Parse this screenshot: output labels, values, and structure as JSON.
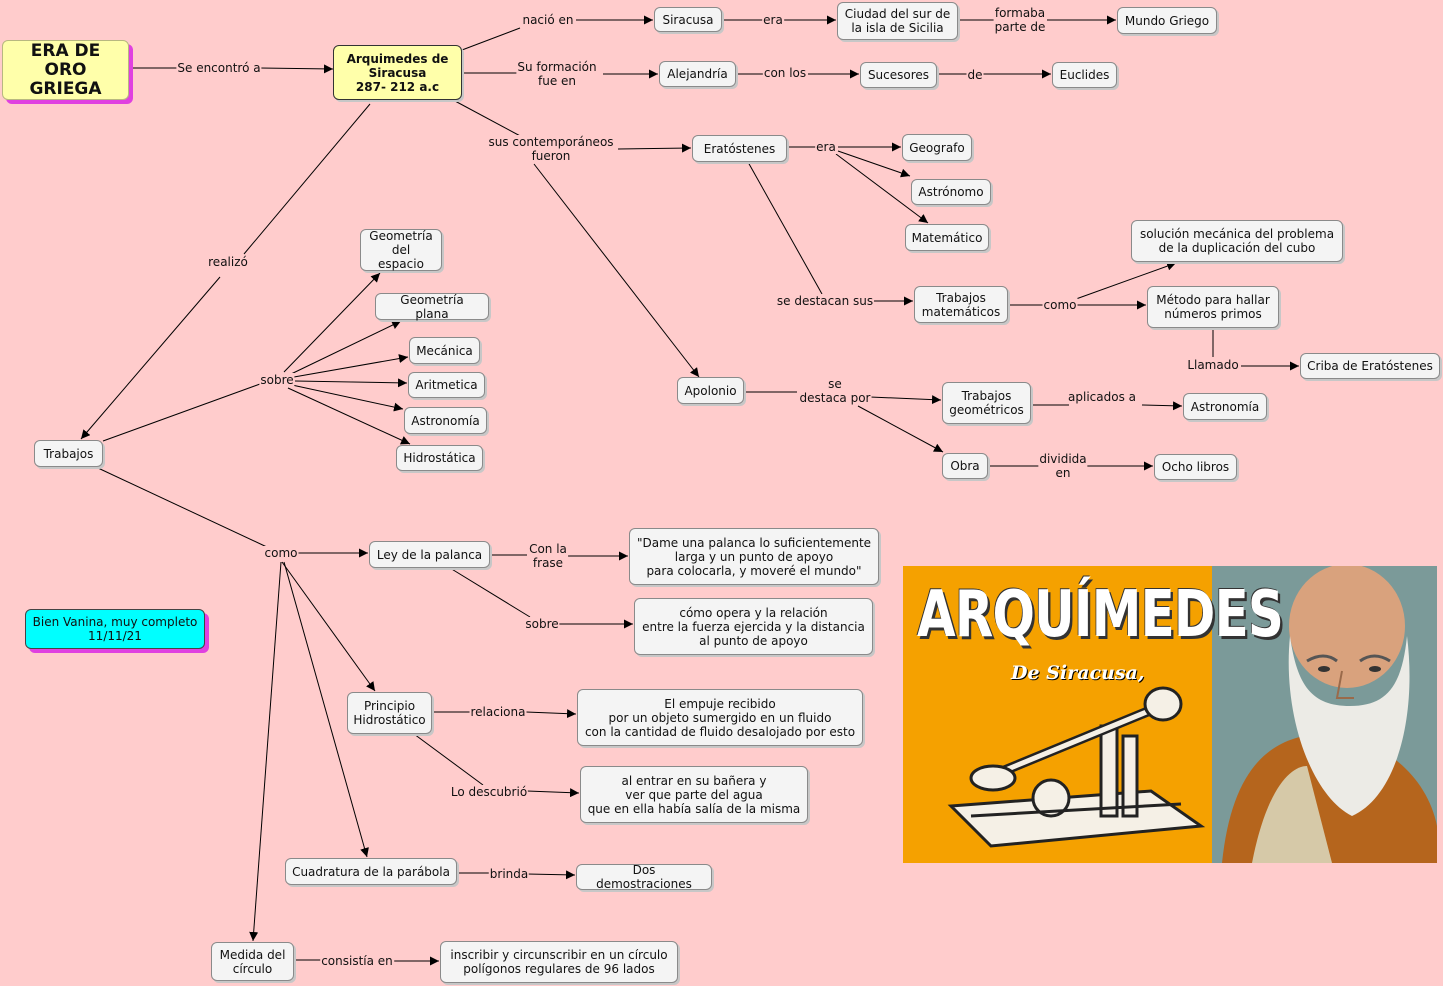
{
  "nodes": {
    "root": "ERA DE ORO\nGRIEGA",
    "arquimedes": "Arquimedes de\nSiracusa\n287- 212 a.c",
    "siracusa": "Siracusa",
    "ciudad": "Ciudad del sur de\nla isla de Sicilia",
    "mundo_griego": "Mundo Griego",
    "alejandria": "Alejandría",
    "sucesores": "Sucesores",
    "euclides": "Euclides",
    "eratostenes": "Eratóstenes",
    "geografo": "Geografo",
    "astronomo": "Astrónomo",
    "matematico": "Matemático",
    "solucion": "solución mecánica del problema\nde la duplicación del cubo",
    "trabajos_mat": "Trabajos\nmatemáticos",
    "metodo": "Método para hallar\nnúmeros primos",
    "criba": "Criba de Eratóstenes",
    "apolonio": "Apolonio",
    "trabajos_geo": "Trabajos\ngeométricos",
    "astronomia2": "Astronomía",
    "obra": "Obra",
    "ocho_libros": "Ocho libros",
    "geo_espacio": "Geometría\ndel espacio",
    "geo_plana": "Geometría plana",
    "mecanica": "Mecánica",
    "aritmetica": "Aritmetica",
    "astronomia1": "Astronomía",
    "hidrostatica": "Hidrostática",
    "trabajos": "Trabajos",
    "ley_palanca": "Ley de la palanca",
    "frase": "\"Dame una palanca lo suficientemente\nlarga y un punto de apoyo\npara colocarla, y moveré el mundo\"",
    "como_opera": "cómo opera y la relación\nentre la fuerza ejercida y la distancia\nal punto de apoyo",
    "principio": "Principio\nHidrostático",
    "empuje": "El empuje recibido\npor un objeto sumergido en un fluido\ncon la cantidad de fluido desalojado por esto",
    "banera": "al entrar en su bañera y\nver que parte del agua\nque en ella había salía de la misma",
    "cuadratura": "Cuadratura de la parábola",
    "dos_demo": "Dos demostraciones",
    "medida": "Medida del\ncírculo",
    "inscribir": "inscribir y circunscribir en un círculo\npolígonos regulares de 96 lados",
    "comment": "Bien Vanina, muy completo\n11/11/21"
  },
  "labels": {
    "se_encontro": "Se encontró a",
    "nacio_en": "nació en",
    "era1": "era",
    "formaba": "formaba\nparte de",
    "su_formacion": "Su formación\nfue en",
    "con_los": "con los",
    "de": "de",
    "contemporaneos": "sus contemporáneos\nfueron",
    "era2": "era",
    "se_destacan": "se destacan sus",
    "como1": "como",
    "llamado": "Llamado",
    "se_destaca": "se\ndestaca por",
    "aplicados": "aplicados a",
    "dividida": "dividida\nen",
    "realizo": "realizó",
    "sobre1": "sobre",
    "como2": "como",
    "con_la_frase": "Con la\nfrase",
    "sobre2": "sobre",
    "relaciona": "relaciona",
    "lo_descubrio": "Lo descubrió",
    "brinda": "brinda",
    "consistia": "consistía en"
  },
  "banner": {
    "title": "ARQUÍMEDES",
    "subtitle": "De Siracusa,"
  },
  "colors": {
    "background": "#ffcccc",
    "node_fill": "#f4f4f4",
    "highlight_fill": "#ffffaa",
    "comment_fill": "#00ffff",
    "shadow_accent": "#e040e0",
    "banner_orange": "#f5a100"
  }
}
